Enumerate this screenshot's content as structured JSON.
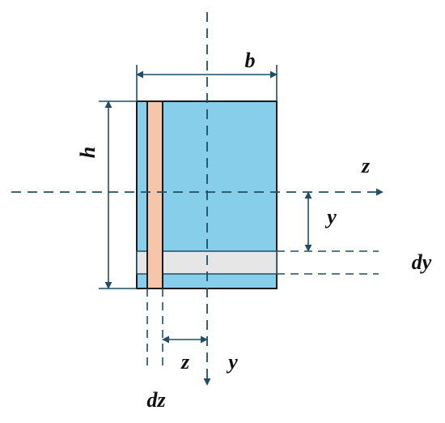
{
  "labels": {
    "width": "b",
    "height": "h",
    "axis_z": "z",
    "axis_y": "y",
    "strip_offset": "y",
    "strip_thickness": "dy",
    "fiber_offset": "z",
    "fiber_thickness": "dz"
  },
  "colors": {
    "section_fill": "#87CEEB",
    "section_edge": "#1a1a1a",
    "vertical_strip_fill": "#F5C6AA",
    "horizontal_strip_fill": "#E6E6E6",
    "dimension_lines": "#1f4e66"
  }
}
